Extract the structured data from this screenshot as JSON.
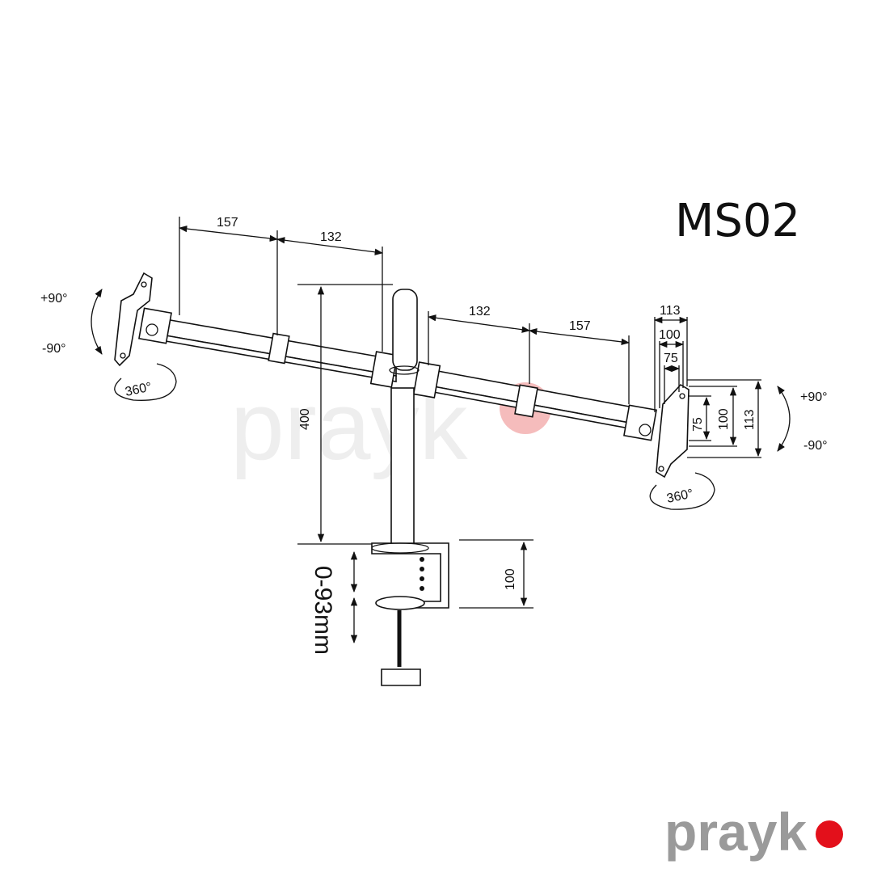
{
  "model": "MS02",
  "brand": {
    "text": "prayk",
    "dot_color": "#e3101b",
    "text_color": "#9a9a9a"
  },
  "watermark": {
    "text": "prayk",
    "dot_color": "#f0a0a0",
    "text_color": "#eeeeee"
  },
  "dimensions": {
    "left_arm_outer": "157",
    "left_arm_inner": "132",
    "right_arm_inner": "132",
    "right_arm_outer": "157",
    "pole_height": "400",
    "clamp_height": "100",
    "clamp_range": "0-93mm",
    "vesa_h_113": "113",
    "vesa_h_100": "100",
    "vesa_h_75": "75",
    "vesa_v_75": "75",
    "vesa_v_100": "100",
    "vesa_v_113": "113"
  },
  "rotation": {
    "left_tilt_up": "+90°",
    "left_tilt_down": "-90°",
    "left_swivel": "360°",
    "right_tilt_up": "+90°",
    "right_tilt_down": "-90°",
    "right_swivel": "360°"
  },
  "colors": {
    "line": "#111111",
    "background": "#ffffff"
  }
}
